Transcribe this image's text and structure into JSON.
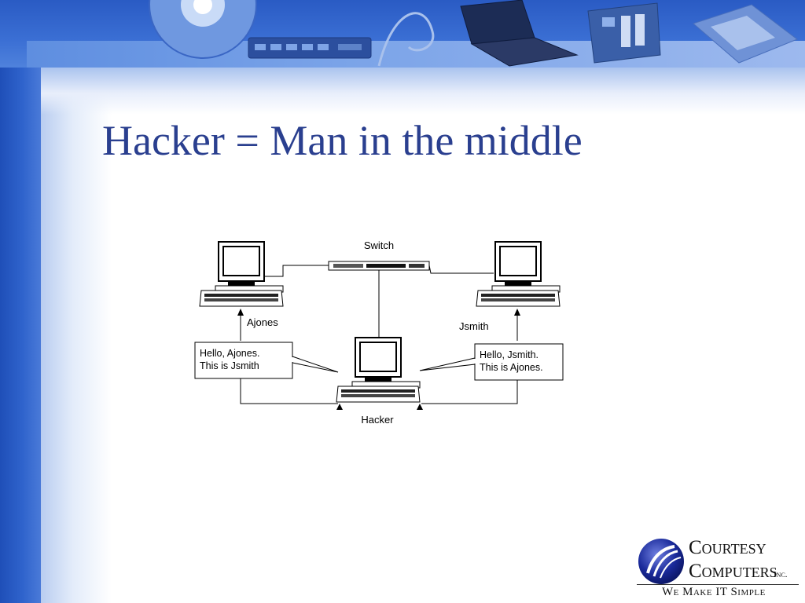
{
  "slide": {
    "title": "Hacker = Man in the middle"
  },
  "diagram": {
    "nodes": {
      "switch": "Switch",
      "left_computer": "Ajones",
      "right_computer": "Jsmith",
      "hacker": "Hacker"
    },
    "callouts": {
      "left": [
        "Hello, Ajones.",
        "This is Jsmith"
      ],
      "right": [
        "Hello, Jsmith.",
        "This is Ajones."
      ]
    }
  },
  "logo": {
    "line1": "Courtesy",
    "line2": "Computers",
    "inc": "Inc.",
    "tagline": "We Make IT Simple"
  },
  "colors": {
    "title": "#2a3f8f",
    "band_blue": "#2f63cc"
  },
  "header_icons": [
    "cd-disc-icon",
    "network-hub-icon",
    "cable-icon",
    "laptop-icon",
    "circuit-board-icon",
    "handheld-device-icon"
  ]
}
